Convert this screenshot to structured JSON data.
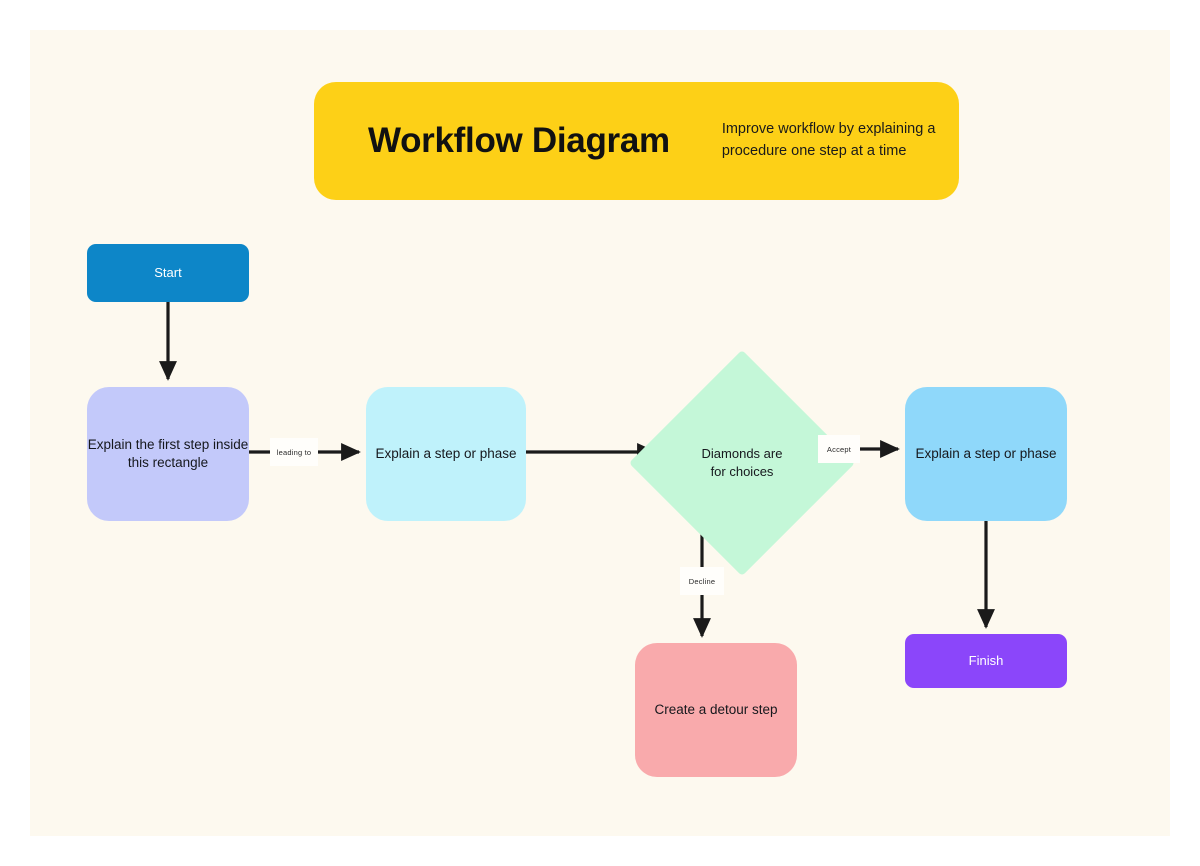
{
  "canvas": {
    "background_color": "#fdf9ef",
    "page_background_color": "#ffffff"
  },
  "banner": {
    "title": "Workflow Diagram",
    "subtitle": "Improve workflow by explaining a procedure one step at a time",
    "background_color": "#fdd017",
    "title_color": "#111111"
  },
  "nodes": [
    {
      "id": "start",
      "label": "Start",
      "shape": "terminator",
      "fill": "#0d86c8",
      "text_color": "#ffffff"
    },
    {
      "id": "first-step",
      "label": "Explain the first step inside this rectangle",
      "shape": "process",
      "fill": "#c3c9fa",
      "text_color": "#16181d"
    },
    {
      "id": "step-phase-1",
      "label": "Explain a step or phase",
      "shape": "process",
      "fill": "#bff2fb",
      "text_color": "#16181d"
    },
    {
      "id": "decision",
      "label": "Diamonds are for choices",
      "shape": "diamond",
      "fill": "#c4f7d8",
      "text_color": "#16181d"
    },
    {
      "id": "step-phase-2",
      "label": "Explain a step or phase",
      "shape": "process",
      "fill": "#8fd8fa",
      "text_color": "#16181d"
    },
    {
      "id": "detour",
      "label": "Create a detour step",
      "shape": "process",
      "fill": "#f9aaac",
      "text_color": "#16181d"
    },
    {
      "id": "finish",
      "label": "Finish",
      "shape": "terminator",
      "fill": "#8b46fa",
      "text_color": "#ffffff"
    }
  ],
  "edges": [
    {
      "id": "start-to-first-step",
      "from": "start",
      "to": "first-step",
      "label": ""
    },
    {
      "id": "first-step-to-step-phase-1",
      "from": "first-step",
      "to": "step-phase-1",
      "label": "leading to"
    },
    {
      "id": "step-phase-1-to-decision",
      "from": "step-phase-1",
      "to": "decision",
      "label": ""
    },
    {
      "id": "decision-to-step-phase-2",
      "from": "decision",
      "to": "step-phase-2",
      "label": "Accept"
    },
    {
      "id": "decision-to-detour",
      "from": "decision",
      "to": "detour",
      "label": "Decline"
    },
    {
      "id": "step-phase-2-to-finish",
      "from": "step-phase-2",
      "to": "finish",
      "label": ""
    }
  ],
  "connector_color": "#1a1a1a"
}
